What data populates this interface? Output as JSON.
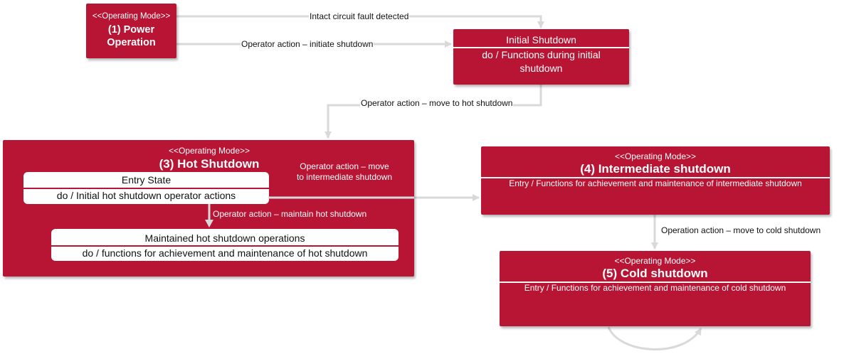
{
  "colors": {
    "state_fill": "#b81434",
    "edge": "#d9d9d9",
    "text_dark": "#111111",
    "text_light": "#ffffff"
  },
  "states": {
    "power_operation": {
      "stereotype": "<<Operating Mode>>",
      "title_line1": "(1) Power",
      "title_line2": "Operation"
    },
    "initial_shutdown": {
      "title": "Initial Shutdown",
      "activity_line1": "do / Functions during initial",
      "activity_line2": "shutdown"
    },
    "hot_shutdown": {
      "stereotype": "<<Operating Mode>>",
      "title": "(3) Hot Shutdown",
      "entry_state": {
        "title": "Entry State",
        "activity": "do / Initial hot shutdown operator actions"
      },
      "maintained_state": {
        "title": "Maintained hot shutdown operations",
        "activity": "do / functions for achievement and maintenance of hot shutdown"
      }
    },
    "intermediate_shutdown": {
      "stereotype": "<<Operating Mode>>",
      "title": "(4) Intermediate shutdown",
      "entry": "Entry / Functions for achievement and maintenance of intermediate shutdown"
    },
    "cold_shutdown": {
      "stereotype": "<<Operating Mode>>",
      "title": "(5) Cold shutdown",
      "entry": "Entry / Functions for achievement and maintenance of cold shutdown"
    }
  },
  "transitions": {
    "fault_detected": "Intact circuit fault detected",
    "initiate_shutdown": "Operator action – initiate shutdown",
    "move_to_hot": "Operator action – move to hot shutdown",
    "move_to_intermediate_line1": "Operator action – move",
    "move_to_intermediate_line2": "to intermediate shutdown",
    "maintain_hot": "Operator action – maintain hot shutdown",
    "move_to_cold": "Operation action – move to cold shutdown"
  }
}
